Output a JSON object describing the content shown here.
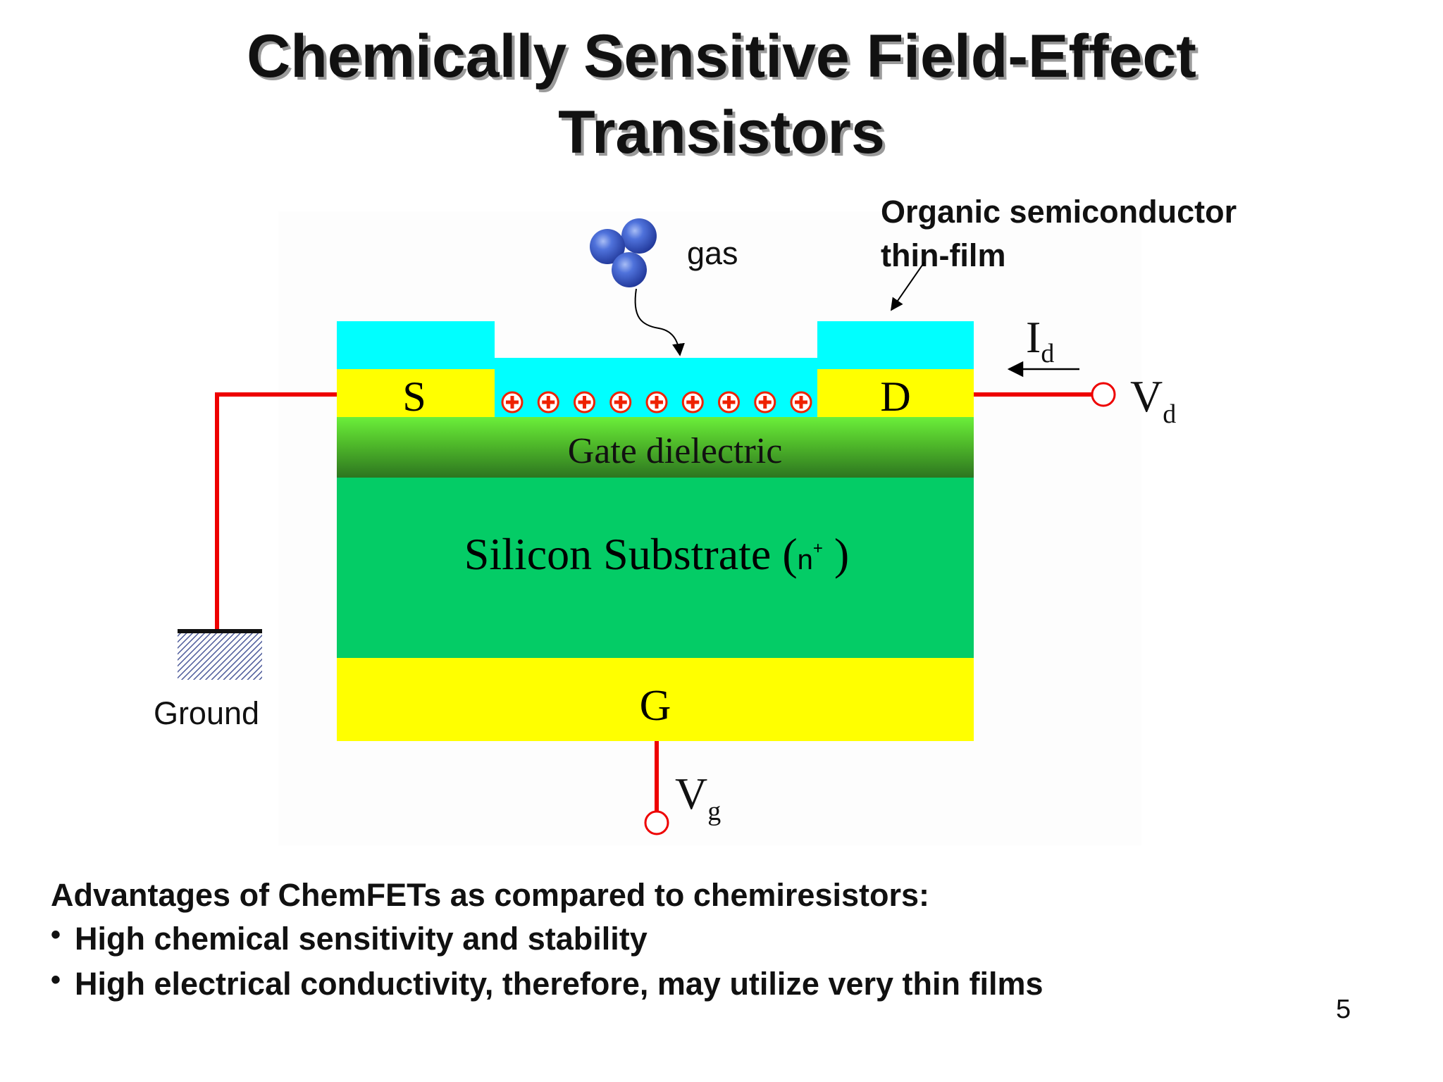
{
  "slide": {
    "title_line1": "Chemically Sensitive Field-Effect",
    "title_line2": "Transistors",
    "page_number": "5"
  },
  "diagram": {
    "gas_label": "gas",
    "film_label_line1": "Organic semiconductor",
    "film_label_line2": "thin-film",
    "source_label": "S",
    "drain_label": "D",
    "gate_label": "G",
    "dielectric_label": "Gate dielectric",
    "substrate_label": "Silicon Substrate (",
    "substrate_doping": "n",
    "substrate_doping_sup": "+",
    "substrate_close": " )",
    "current_label": "I",
    "current_sub": "d",
    "drain_voltage": "V",
    "drain_voltage_sub": "d",
    "gate_voltage": "V",
    "gate_voltage_sub": "g",
    "ground_label": "Ground",
    "charge_symbol": "+",
    "charge_count": 9
  },
  "advantages": {
    "heading": "Advantages of ChemFETs as compared to chemiresistors:",
    "bullet_symbol": "•",
    "items": [
      "High chemical sensitivity and stability",
      "High electrical conductivity, therefore, may utilize very thin films"
    ]
  },
  "colors": {
    "semiconductor": "#00FFFF",
    "electrode": "#FFFF00",
    "substrate": "#00CC66",
    "dielectric_top": "#66EE33",
    "dielectric_bottom": "#2E7A1E",
    "wire": "#EE0000",
    "gas_molecule": "#3355CC"
  }
}
